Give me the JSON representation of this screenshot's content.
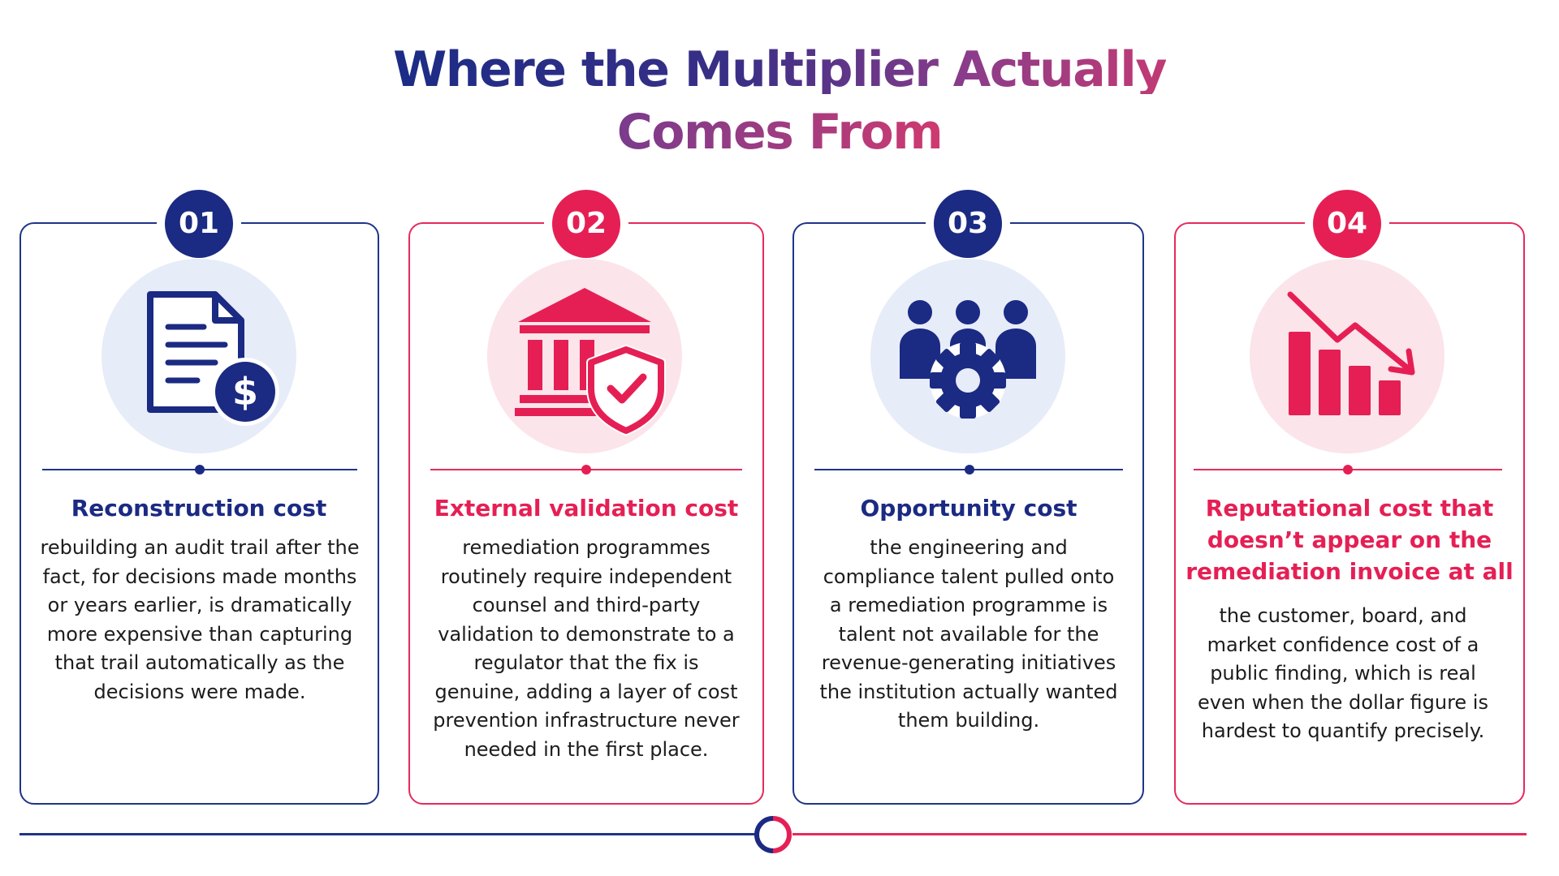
{
  "title": {
    "line1": "Where the Multiplier Actually",
    "line2": "Comes From"
  },
  "colors": {
    "navy": "#1b2a82",
    "pink": "#e51f54",
    "navy_tint": "#e6ecf8",
    "pink_tint": "#fbe4ea"
  },
  "cards": [
    {
      "number": "01",
      "accent": "navy",
      "icon": "invoice-dollar-icon",
      "heading": "Reconstruction cost",
      "body": "rebuilding an audit trail after the fact, for decisions made months or years earlier, is dramatically more expensive than capturing that trail automatically as the decisions were made."
    },
    {
      "number": "02",
      "accent": "pink",
      "icon": "bank-shield-icon",
      "heading": "External validation cost",
      "body": "remediation programmes routinely require independent counsel and third-party validation to demonstrate to a regulator that the fix is genuine, adding a layer of cost prevention infrastructure never needed in the first place."
    },
    {
      "number": "03",
      "accent": "navy",
      "icon": "team-gear-icon",
      "heading": "Opportunity cost",
      "body": "the engineering and compliance talent pulled onto a remediation programme is talent not available for the revenue-generating initiatives the institution actually wanted them building."
    },
    {
      "number": "04",
      "accent": "pink",
      "icon": "declining-chart-icon",
      "heading": "Reputational cost that doesn’t appear on the remediation invoice at all",
      "body": "the customer, board, and market confidence cost of a public finding, which is real even when the dollar figure is hardest to quantify precisely."
    }
  ]
}
